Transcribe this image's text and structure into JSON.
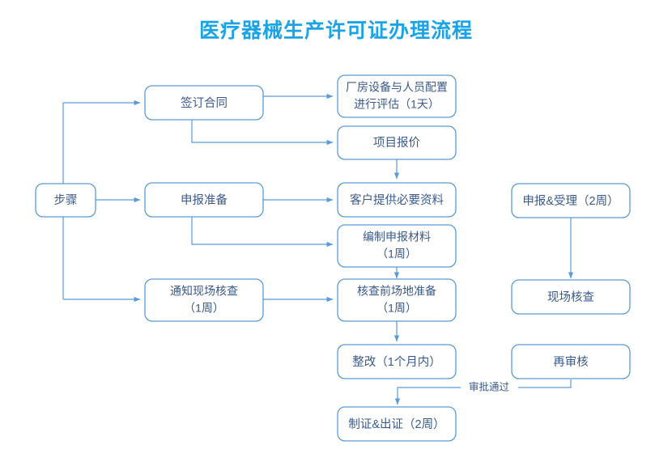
{
  "title": "医疗器械生产许可证办理流程",
  "colors": {
    "title": "#1aa4e8",
    "box_border": "#5b9bd5",
    "box_fill": "#ffffff",
    "text": "#3a5a8c",
    "connector": "#5b9bd5",
    "background": "#ffffff"
  },
  "nodes": {
    "steps": {
      "label": "步骤"
    },
    "sign_contract": {
      "label": "签订合同"
    },
    "plant_eval": {
      "line1": "厂房设备与人员配置",
      "line2": "进行评估（1天）"
    },
    "project_quote": {
      "label": "项目报价"
    },
    "declare_prep": {
      "label": "申报准备"
    },
    "customer_docs": {
      "label": "客户提供必要资料"
    },
    "compile_docs": {
      "line1": "编制申报材料",
      "line2": "（1周）"
    },
    "notify_site_check": {
      "line1": "通知现场核查",
      "line2": "（1周）"
    },
    "site_prep": {
      "line1": "核查前场地准备",
      "line2": "（1周）"
    },
    "rectify": {
      "label": "整改（1个月内）"
    },
    "issue_cert": {
      "label": "制证&出证（2周）"
    },
    "declare_accept": {
      "label": "申报&受理（2周）"
    },
    "site_inspection": {
      "label": "现场核查"
    },
    "re_review": {
      "label": "再审核"
    }
  },
  "connector_labels": {
    "approved": "审批通过"
  }
}
